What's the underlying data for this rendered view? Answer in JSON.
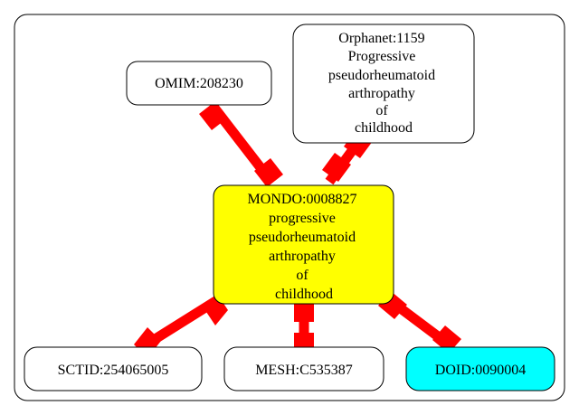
{
  "diagram": {
    "center": {
      "lines": [
        "MONDO:0008827",
        "progressive",
        "pseudorheumatoid",
        "arthropathy",
        "of",
        "childhood"
      ],
      "fill": "#ffff00"
    },
    "nodes": [
      {
        "id": "omim",
        "lines": [
          "OMIM:208230"
        ],
        "fill": "#ffffff"
      },
      {
        "id": "orphanet",
        "lines": [
          "Orphanet:1159",
          "Progressive",
          "pseudorheumatoid",
          "arthropathy",
          "of",
          "childhood"
        ],
        "fill": "#ffffff"
      },
      {
        "id": "sctid",
        "lines": [
          "SCTID:254065005"
        ],
        "fill": "#ffffff"
      },
      {
        "id": "mesh",
        "lines": [
          "MESH:C535387"
        ],
        "fill": "#ffffff"
      },
      {
        "id": "doid",
        "lines": [
          "DOID:0090004"
        ],
        "fill": "#00ffff"
      }
    ],
    "edge_color": "#ff0000"
  }
}
